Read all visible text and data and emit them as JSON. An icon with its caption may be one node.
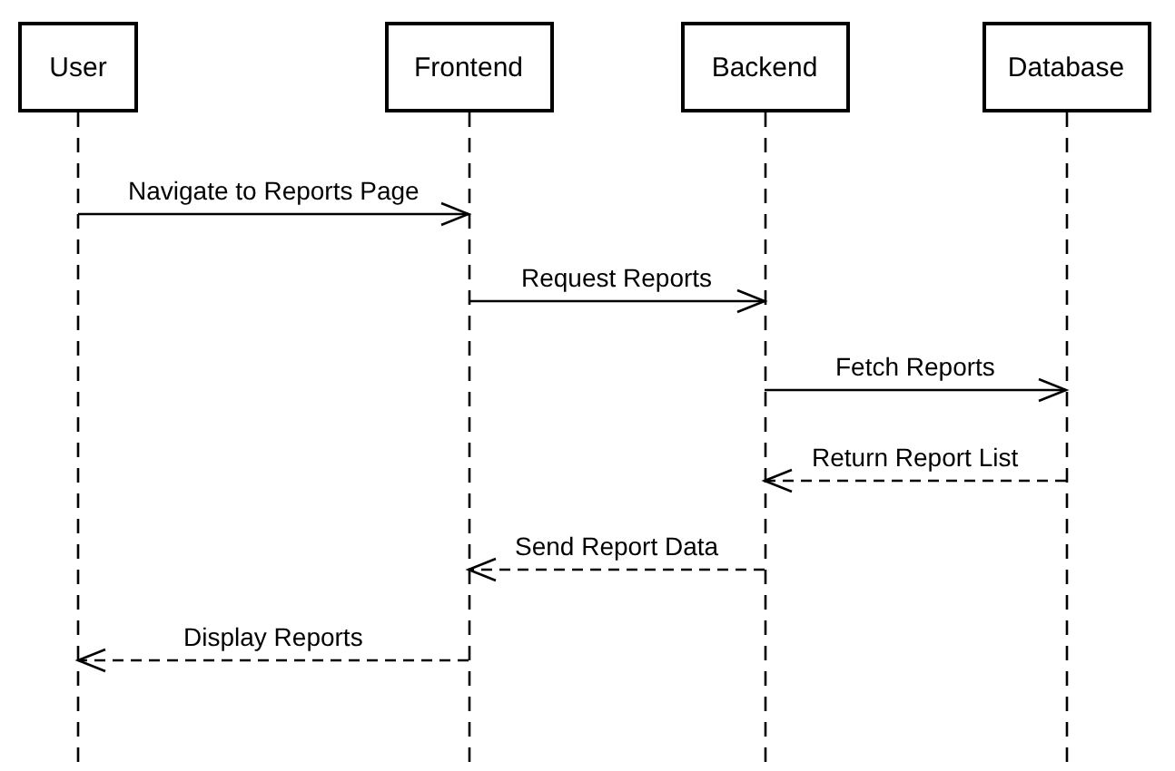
{
  "diagram": {
    "nodes": [
      {
        "text": [
          "User"
        ]
      },
      {
        "text": [
          "Frontend"
        ]
      },
      {
        "text": [
          "Backend"
        ]
      },
      {
        "text": [
          "Database"
        ]
      }
    ],
    "edges": [
      {
        "from": 0,
        "to": 1,
        "arrow": "to",
        "label": "Navigate to Reports Page"
      },
      {
        "from": 1,
        "to": 2,
        "arrow": "to",
        "label": "Request Reports"
      },
      {
        "from": 2,
        "to": 3,
        "arrow": "to",
        "label": "Fetch Reports"
      },
      {
        "from": 3,
        "to": 2,
        "arrow": "to",
        "label": "Return Report List",
        "style": "dashed"
      },
      {
        "from": 2,
        "to": 1,
        "arrow": "to",
        "label": "Send Report Data",
        "style": "dashed"
      },
      {
        "from": 1,
        "to": 0,
        "arrow": "to",
        "label": "Display Reports",
        "style": "dashed"
      }
    ]
  }
}
